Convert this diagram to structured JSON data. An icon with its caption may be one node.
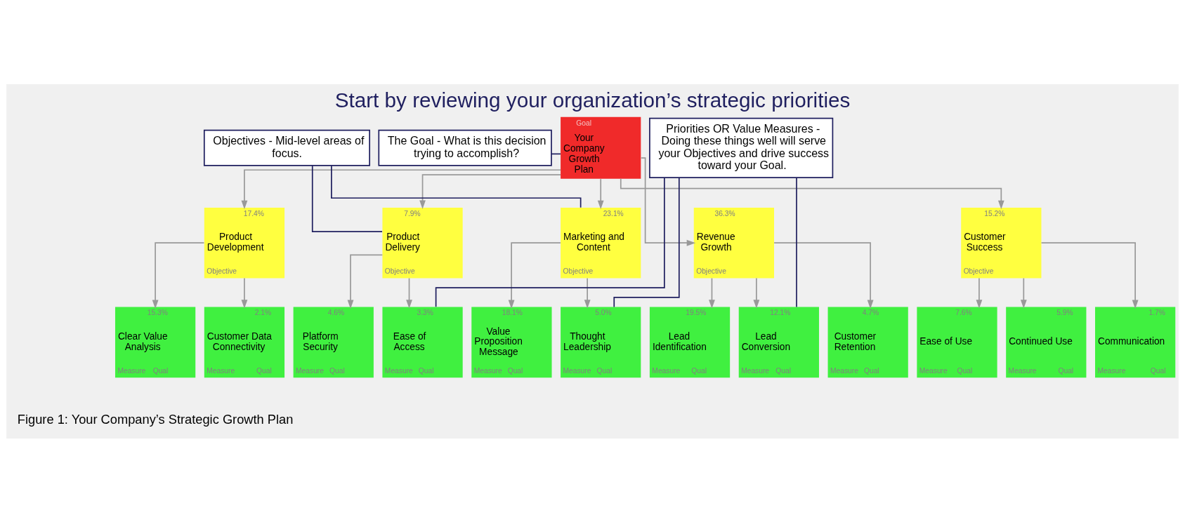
{
  "diagram": {
    "title": "Start by reviewing your organization’s strategic priorities",
    "caption": "Figure 1: Your Company’s Strategic Growth Plan",
    "nodes": [
      {
        "text": [
          "Goal",
          "Your Company Growth Plan"
        ]
      },
      {
        "text": [
          "17.4%",
          "Product Development",
          "Objective"
        ]
      },
      {
        "text": [
          "7.9%",
          "Product Delivery",
          "Objective"
        ]
      },
      {
        "text": [
          "23.1%",
          "Marketing and Content",
          "Objective"
        ]
      },
      {
        "text": [
          "36.3%",
          "Revenue Growth",
          "Objective"
        ]
      },
      {
        "text": [
          "15.2%",
          "Customer Success",
          "Objective"
        ]
      },
      {
        "text": [
          "15.3%",
          "Clear Value Analysis",
          "Measure",
          "Qual"
        ]
      },
      {
        "text": [
          "2.1%",
          "Customer Data Connectivity",
          "Measure",
          "Qual"
        ]
      },
      {
        "text": [
          "4.6%",
          "Platform Security",
          "Measure",
          "Qual"
        ]
      },
      {
        "text": [
          "3.3%",
          "Ease of Access",
          "Measure",
          "Qual"
        ]
      },
      {
        "text": [
          "18.1%",
          "Value Proposition Message",
          "Measure",
          "Qual"
        ]
      },
      {
        "text": [
          "5.0%",
          "Thought Leadership",
          "Measure",
          "Qual"
        ]
      },
      {
        "text": [
          "19.5%",
          "Lead Identification",
          "Measure",
          "Qual"
        ]
      },
      {
        "text": [
          "12.1%",
          "Lead Conversion",
          "Measure",
          "Qual"
        ]
      },
      {
        "text": [
          "4.7%",
          "Customer Retention",
          "Measure",
          "Qual"
        ]
      },
      {
        "text": [
          "7.6%",
          "Ease of Use",
          "Measure",
          "Qual"
        ]
      },
      {
        "text": [
          "5.9%",
          "Continued Use",
          "Measure",
          "Qual"
        ]
      },
      {
        "text": [
          "1.7%",
          "Communication",
          "Measure",
          "Qual"
        ]
      },
      {
        "text": [
          "The Goal - What is this decision trying to accomplish?"
        ]
      },
      {
        "text": [
          "Objectives - Mid-level areas of focus."
        ]
      },
      {
        "text": [
          "Priorities OR Value Measures - Doing these things well will serve your Objectives and drive success toward your Goal."
        ]
      }
    ],
    "edges": [
      {
        "from": 0,
        "to": 1,
        "arrow": "to"
      },
      {
        "from": 0,
        "to": 2,
        "arrow": "to"
      },
      {
        "from": 0,
        "to": 3,
        "arrow": "to"
      },
      {
        "from": 0,
        "to": 4,
        "arrow": "to"
      },
      {
        "from": 0,
        "to": 5,
        "arrow": "to"
      },
      {
        "from": 1,
        "to": 6,
        "arrow": "to"
      },
      {
        "from": 1,
        "to": 7,
        "arrow": "to"
      },
      {
        "from": 2,
        "to": 8,
        "arrow": "to"
      },
      {
        "from": 2,
        "to": 9,
        "arrow": "to"
      },
      {
        "from": 3,
        "to": 10,
        "arrow": "to"
      },
      {
        "from": 3,
        "to": 11,
        "arrow": "to"
      },
      {
        "from": 4,
        "to": 12,
        "arrow": "to"
      },
      {
        "from": 4,
        "to": 13,
        "arrow": "to"
      },
      {
        "from": 4,
        "to": 14,
        "arrow": "to"
      },
      {
        "from": 5,
        "to": 15,
        "arrow": "to"
      },
      {
        "from": 5,
        "to": 16,
        "arrow": "to"
      },
      {
        "from": 5,
        "to": 17,
        "arrow": "to"
      },
      {
        "from": 18,
        "to": 0,
        "arrow": "none",
        "color": "#1f1f5f"
      },
      {
        "from": 19,
        "to": 2,
        "arrow": "none",
        "color": "#1f1f5f"
      },
      {
        "from": 19,
        "to": 3,
        "arrow": "none",
        "color": "#1f1f5f"
      },
      {
        "from": 20,
        "to": 9,
        "arrow": "none",
        "color": "#1f1f5f"
      },
      {
        "from": 20,
        "to": 11,
        "arrow": "none",
        "color": "#1f1f5f"
      },
      {
        "from": 20,
        "to": 13,
        "arrow": "none",
        "color": "#1f1f5f"
      }
    ]
  }
}
